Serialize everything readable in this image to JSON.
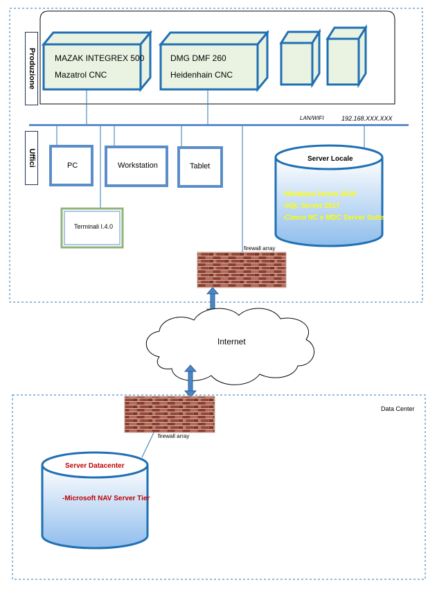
{
  "zones": {
    "produzione_label": "Produzione",
    "uffici_label": "Uffici",
    "datacenter_label": "Data Center"
  },
  "machines": [
    {
      "line1": "MAZAK INTEGREX 500",
      "line2": "Mazatrol CNC"
    },
    {
      "line1": "DMG DMF 260",
      "line2": "Heidenhain CNC"
    }
  ],
  "network": {
    "lan_label": "LAN/WIFI",
    "ip_label": "192.168.XXX.XXX"
  },
  "offices": {
    "pc": "PC",
    "workstation": "Workstation",
    "tablet": "Tablet",
    "terminals": "Terminali I.4.0"
  },
  "server_locale": {
    "title": "Server Locale",
    "items": [
      "-Windows Server 2016",
      "-SQL Server 2017",
      "-Cimco NC e MDC Server Suite"
    ]
  },
  "firewall_top": "firewall array",
  "internet": "Internet",
  "firewall_bottom": "firewall array",
  "server_datacenter": {
    "title": "Server Datacenter",
    "items": [
      "-Microsoft NAV Server Tier"
    ]
  },
  "colors": {
    "machine_fill": "#eaf3e2",
    "box_border": "#1f6fb3",
    "frame_border": "#2e75b6",
    "cylinder_top": "#ffffff",
    "cylinder_bottom": "#9ec8f0",
    "brick": "#9a4a3c",
    "arrow": "#4a86c5",
    "server_locale_text": "#ffff00",
    "datacenter_text": "#c00000"
  }
}
